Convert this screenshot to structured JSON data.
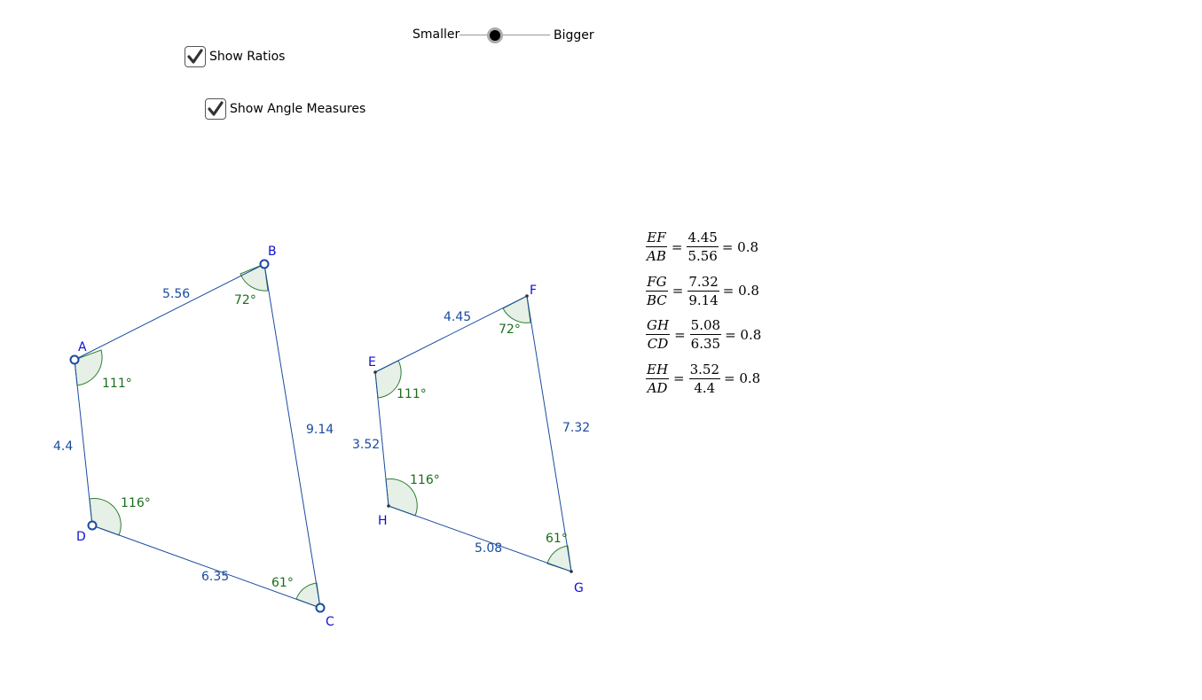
{
  "controls": {
    "show_ratios": {
      "label": "Show Ratios",
      "checked": true
    },
    "show_angles": {
      "label": "Show Angle Measures",
      "checked": true
    },
    "slider": {
      "left_label": "Smaller",
      "right_label": "Bigger"
    }
  },
  "colors": {
    "segment": "#1a4ba0",
    "label": "#1a4ba0",
    "vertex_label": "#1010d0",
    "angle_stroke": "#2e7d32",
    "angle_fill": "#e6f0e6",
    "angle_text": "#1a6e1a"
  },
  "figure1": {
    "vertices": [
      {
        "name": "A",
        "label": "A"
      },
      {
        "name": "B",
        "label": "B"
      },
      {
        "name": "C",
        "label": "C"
      },
      {
        "name": "D",
        "label": "D"
      }
    ],
    "sides": [
      {
        "name": "AB",
        "label": "5.56"
      },
      {
        "name": "BC",
        "label": "9.14"
      },
      {
        "name": "CD",
        "label": "6.35"
      },
      {
        "name": "DA",
        "label": "4.4"
      }
    ],
    "angles": [
      {
        "vertex": "A",
        "label": "111°"
      },
      {
        "vertex": "B",
        "label": "72°"
      },
      {
        "vertex": "C",
        "label": "61°"
      },
      {
        "vertex": "D",
        "label": "116°"
      }
    ]
  },
  "figure2": {
    "vertices": [
      {
        "name": "E",
        "label": "E"
      },
      {
        "name": "F",
        "label": "F"
      },
      {
        "name": "G",
        "label": "G"
      },
      {
        "name": "H",
        "label": "H"
      }
    ],
    "sides": [
      {
        "name": "EF",
        "label": "4.45"
      },
      {
        "name": "FG",
        "label": "7.32"
      },
      {
        "name": "GH",
        "label": "5.08"
      },
      {
        "name": "HE",
        "label": "3.52"
      }
    ],
    "angles": [
      {
        "vertex": "E",
        "label": "111°"
      },
      {
        "vertex": "F",
        "label": "72°"
      },
      {
        "vertex": "G",
        "label": "61°"
      },
      {
        "vertex": "H",
        "label": "116°"
      }
    ]
  },
  "ratios": [
    {
      "num": "EF",
      "den": "AB",
      "num_val": "4.45",
      "den_val": "5.56",
      "result": "= 0.8"
    },
    {
      "num": "FG",
      "den": "BC",
      "num_val": "7.32",
      "den_val": "9.14",
      "result": "= 0.8"
    },
    {
      "num": "GH",
      "den": "CD",
      "num_val": "5.08",
      "den_val": "6.35",
      "result": "= 0.8"
    },
    {
      "num": "EH",
      "den": "AD",
      "num_val": "3.52",
      "den_val": "4.4",
      "result": "= 0.8"
    }
  ]
}
